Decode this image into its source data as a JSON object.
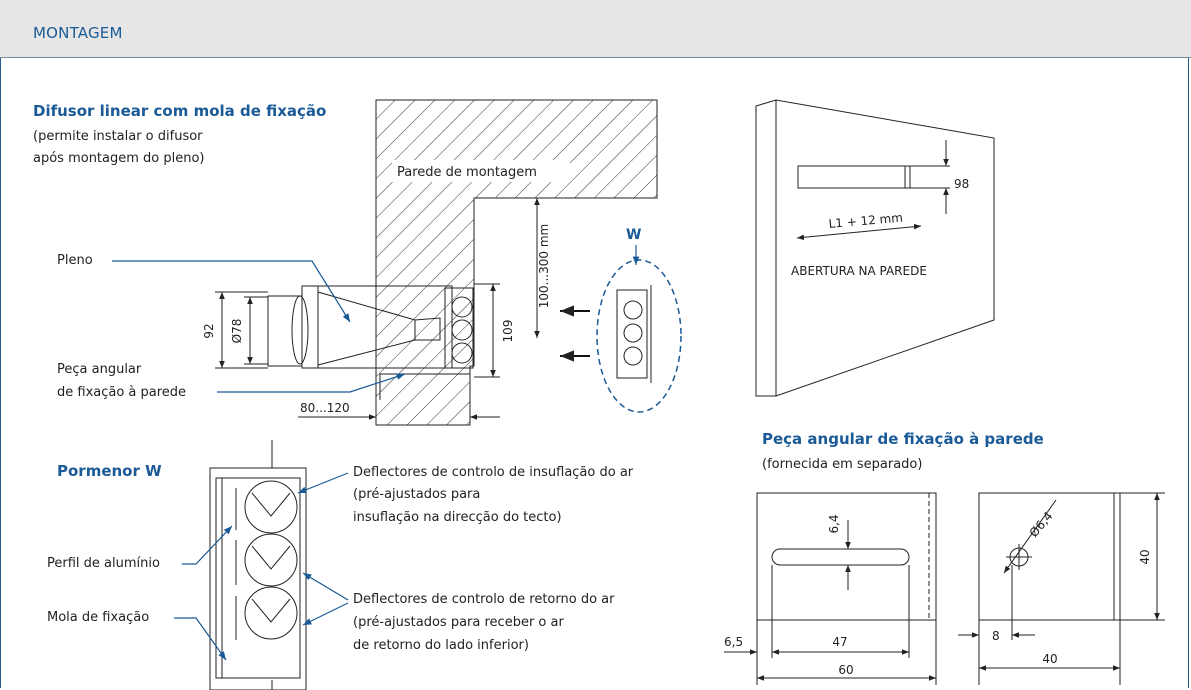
{
  "header": {
    "title": "MONTAGEM"
  },
  "section_main": {
    "title": "Difusor linear com mola de fixação",
    "subtitle_line1": "(permite instalar o difusor",
    "subtitle_line2": "após montagem do pleno)",
    "wall_label": "Parede de montagem",
    "plenum_label": "Pleno",
    "bracket_label_line1": "Peça angular",
    "bracket_label_line2": "de fixação à parede",
    "dim_92": "92",
    "dim_78": "Ø78",
    "dim_109": "109",
    "dim_100_300": "100...300 mm",
    "dim_80_120": "80...120",
    "view_w": "W"
  },
  "section_opening": {
    "dim_98": "98",
    "dim_l1": "L1 + 12 mm",
    "label": "ABERTURA NA PAREDE"
  },
  "section_detail": {
    "title": "Pormenor W",
    "profile_label": "Perfil de alumínio",
    "spring_label": "Mola de fixação",
    "supply_line1": "Deflectores de controlo de insuflação do ar",
    "supply_line2": "(pré-ajustados para",
    "supply_line3": "insuflação na direcção do tecto)",
    "return_line1": "Deflectores de controlo de retorno do ar",
    "return_line2": "(pré-ajustados para receber o ar",
    "return_line3": "de retorno do lado inferior)"
  },
  "section_bracket": {
    "title": "Peça angular de fixação à parede",
    "subtitle": "(fornecida em separado)",
    "dim_6_4": "6,4",
    "dim_6_5": "6,5",
    "dim_47": "47",
    "dim_60": "60",
    "dim_phi": "Ø6,4",
    "dim_40v": "40",
    "dim_8": "8",
    "dim_40h": "40"
  },
  "colors": {
    "accent": "#1a5a96",
    "header_bg": "#e6e6e6",
    "line": "#222222"
  }
}
